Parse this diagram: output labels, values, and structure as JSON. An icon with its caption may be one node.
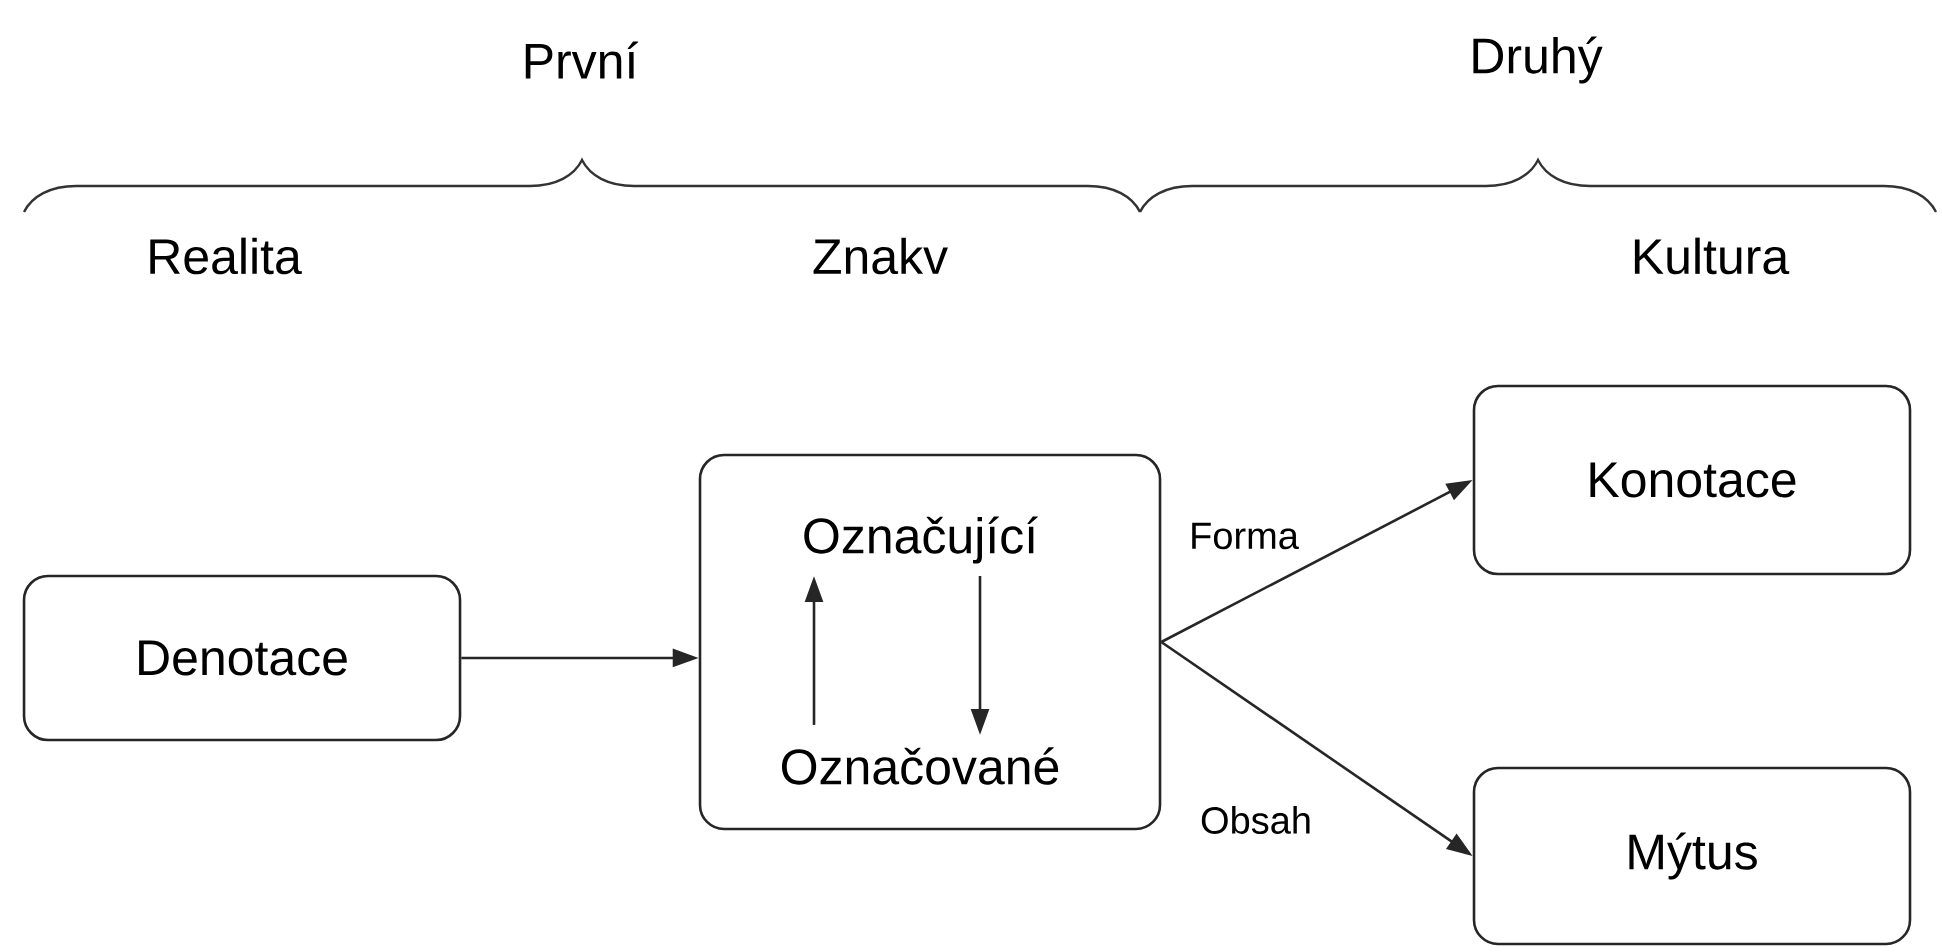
{
  "diagram": {
    "nodes": [
      {
        "text": [
          "Denotace"
        ]
      },
      {
        "text": [],
        "shape": "box"
      },
      {
        "text": [
          "Označující"
        ],
        "in": 1
      },
      {
        "text": [
          "Označované"
        ],
        "in": 1
      },
      {
        "text": [
          "Konotace"
        ]
      },
      {
        "text": [
          "Mýtus"
        ]
      }
    ],
    "edges": [
      {
        "from": 0,
        "to": 1,
        "arrow": "to"
      },
      {
        "from": 3,
        "to": 2,
        "arrow": "to"
      },
      {
        "from": 2,
        "to": 3,
        "arrow": "to"
      },
      {
        "from": 1,
        "to": 4,
        "arrow": "to",
        "label": "Forma"
      },
      {
        "from": 1,
        "to": 5,
        "arrow": "to",
        "label": "Obsah"
      }
    ],
    "labels": [
      "První",
      "Druhý",
      "Realita",
      "Znakv",
      "Kultura"
    ]
  }
}
